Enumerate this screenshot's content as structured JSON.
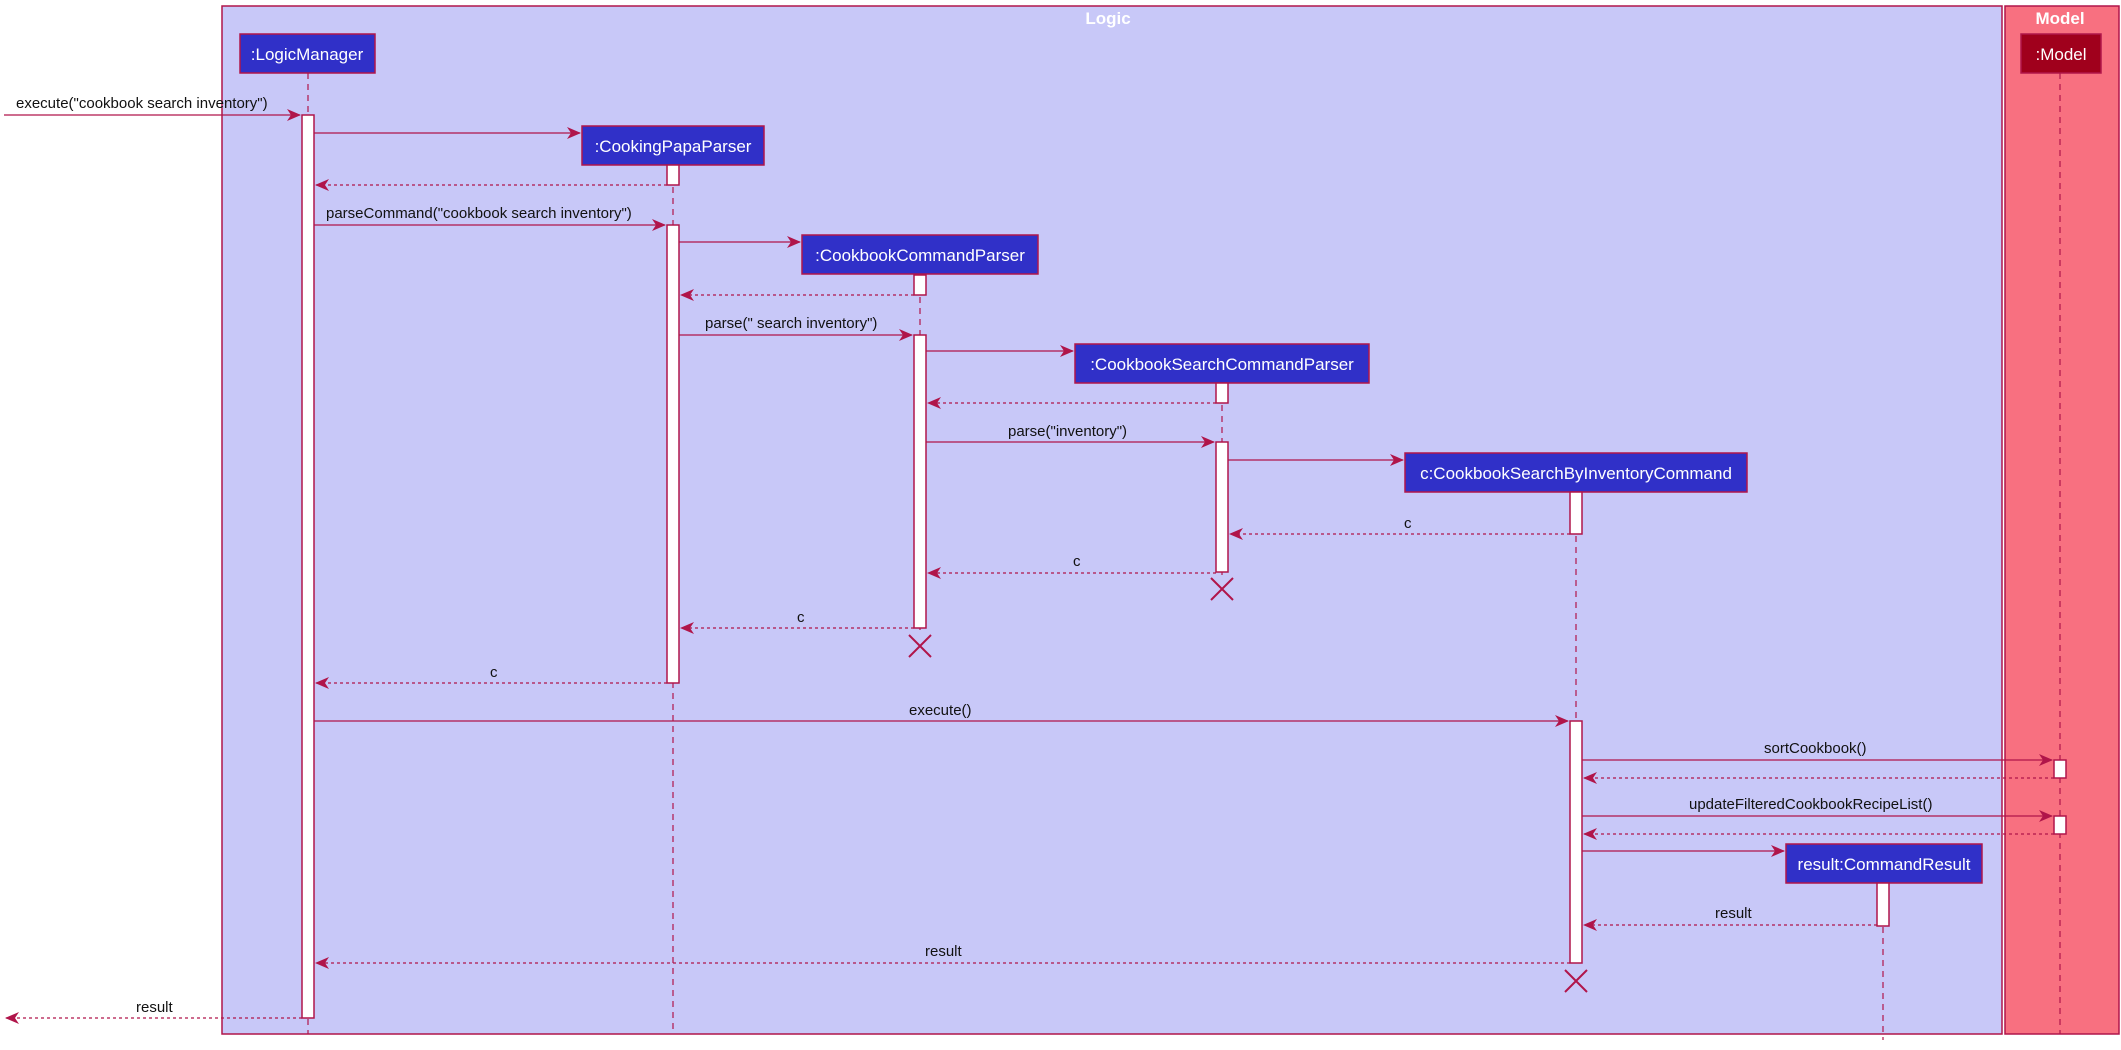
{
  "packages": {
    "logic": "Logic",
    "model": "Model"
  },
  "participants": {
    "logic_manager": ":LogicManager",
    "cooking_papa_parser": ":CookingPapaParser",
    "cookbook_command_parser": ":CookbookCommandParser",
    "cookbook_search_command_parser": ":CookbookSearchCommandParser",
    "search_by_inventory_command": "c:CookbookSearchByInventoryCommand",
    "command_result": "result:CommandResult",
    "model": ":Model"
  },
  "messages": {
    "execute_input": "execute(\"cookbook search inventory\")",
    "parse_command": "parseCommand(\"cookbook search inventory\")",
    "parse_search_inventory": "parse(\" search inventory\")",
    "parse_inventory": "parse(\"inventory\")",
    "return_c_search_parser": "c",
    "return_c_command_parser": "c",
    "return_c_papa_parser": "c",
    "return_c_logic_manager": "c",
    "execute": "execute()",
    "sort_cookbook": "sortCookbook()",
    "update_filtered_list": "updateFilteredCookbookRecipeList()",
    "return_result_command": "result",
    "return_result_logic": "result",
    "return_result_caller": "result"
  },
  "colors": {
    "logic_bg": "#c8c8f8",
    "model_bg": "#f87080",
    "frame_border": "#b0154a",
    "participant_fill": "#3030c8",
    "model_participant_fill": "#a0001c",
    "arrow": "#b0154a"
  }
}
